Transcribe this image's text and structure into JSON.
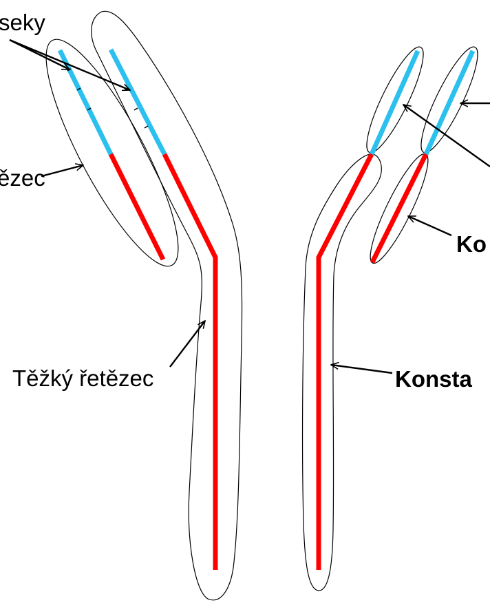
{
  "colors": {
    "variable": "#2cc0ee",
    "constant": "#ff0000",
    "outline": "#000000",
    "background": "#ffffff"
  },
  "labels": {
    "hypervariable_segments": "seky",
    "light_chain": "ězec",
    "heavy_chain": "Těžký řetězec",
    "constant_light": "Ko",
    "constant_heavy": "Konsta"
  }
}
